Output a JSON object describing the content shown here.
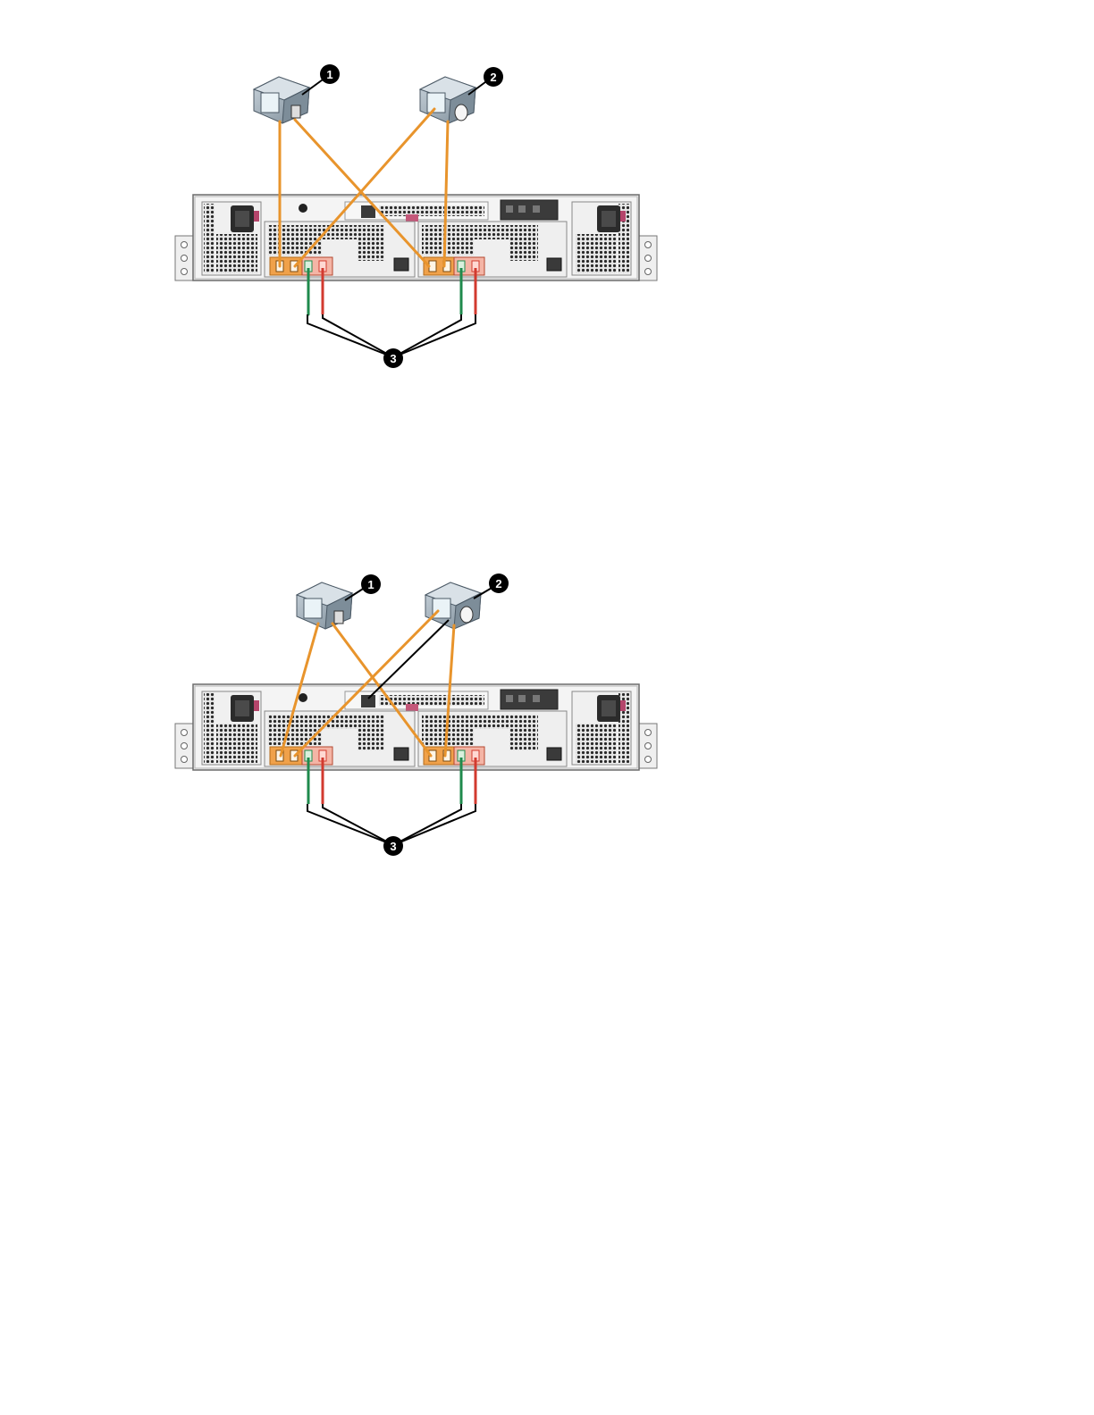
{
  "colors": {
    "sas_cable": "#e8942c",
    "ethernet_green": "#1f8a4c",
    "ethernet_red": "#d23a2f",
    "leader_line": "#000000",
    "callout_fill": "#000000",
    "chassis_fill": "#f2f2f2",
    "chassis_stroke": "#6b6b6b",
    "host_fill": "#9aa9b5"
  },
  "figures": [
    {
      "id": "top",
      "callouts": [
        "1",
        "2",
        "3"
      ],
      "extra_black_cable": false
    },
    {
      "id": "bottom",
      "callouts": [
        "1",
        "2",
        "3"
      ],
      "extra_black_cable": true
    }
  ]
}
